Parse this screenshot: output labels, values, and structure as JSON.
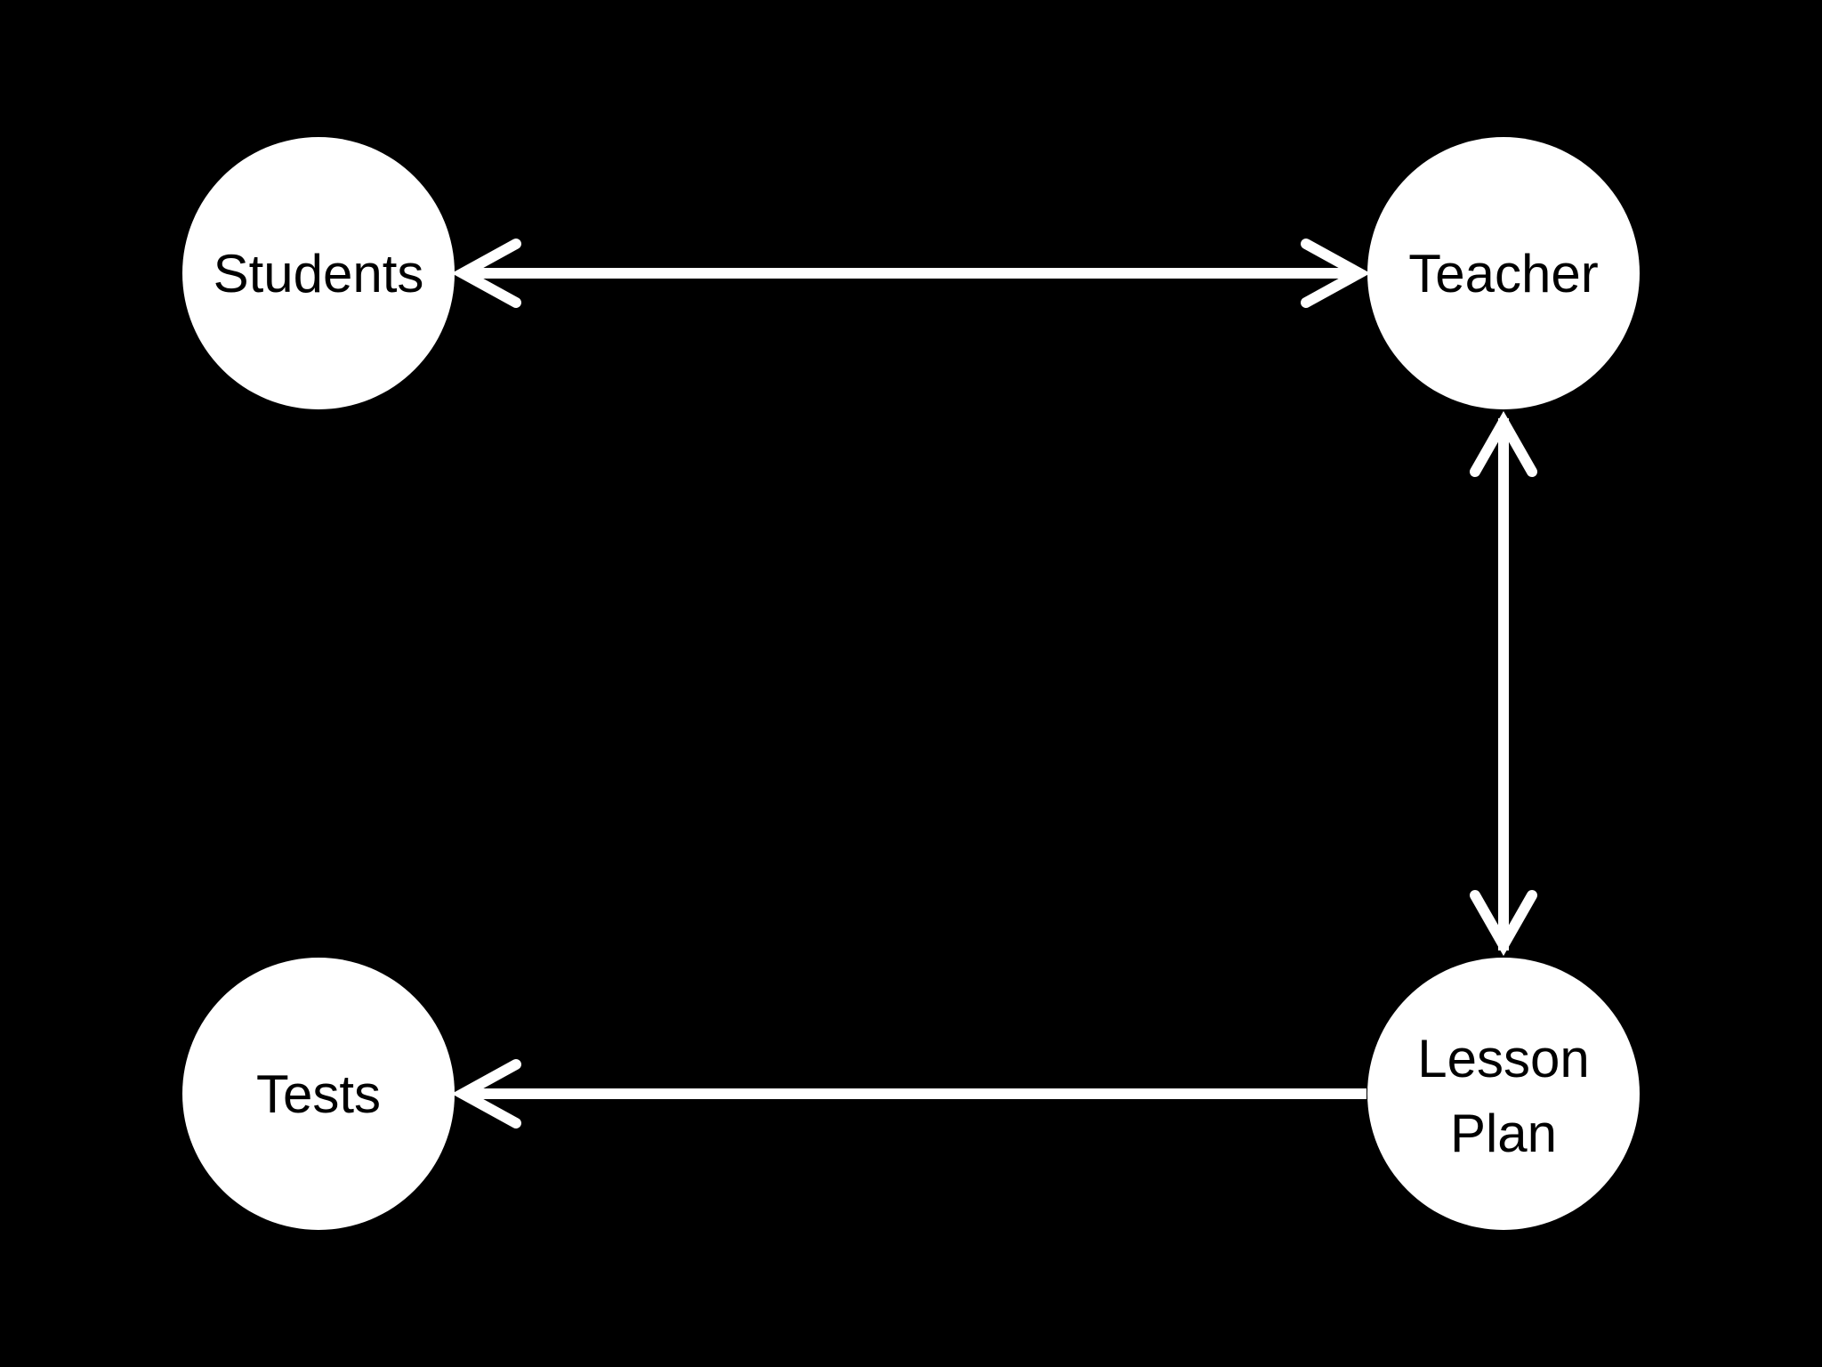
{
  "colors": {
    "background": "#000000",
    "node_fill": "#ffffff",
    "node_text": "#000000",
    "edge": "#ffffff"
  },
  "nodes": {
    "students": {
      "label": "Students"
    },
    "teacher": {
      "label": "Teacher"
    },
    "tests": {
      "label": "Tests"
    },
    "lesson_plan": {
      "line1": "Lesson",
      "line2": "Plan"
    }
  },
  "edges": [
    {
      "from": "Students",
      "to": "Teacher",
      "direction": "both"
    },
    {
      "from": "Teacher",
      "to": "Lesson Plan",
      "direction": "both"
    },
    {
      "from": "Lesson Plan",
      "to": "Tests",
      "direction": "forward"
    }
  ]
}
